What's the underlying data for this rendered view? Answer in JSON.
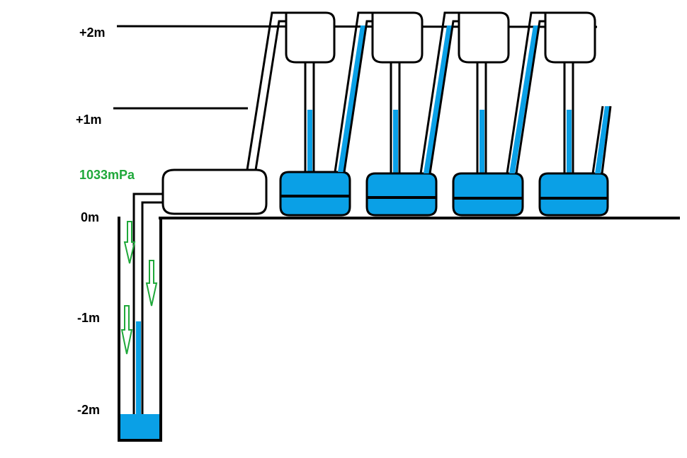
{
  "levels": {
    "plus2": "+2m",
    "plus1": "+1m",
    "zero": "0m",
    "minus1": "-1m",
    "minus2": "-2m"
  },
  "pressure_label": "1033mPa",
  "colors": {
    "water": "#0aa0e6",
    "outline": "#000000",
    "flow_arrow": "#1fa83a",
    "inlet_arrow": "#e0222a",
    "background": "#ffffff"
  },
  "icons": {
    "flow_arrow": "down-arrow-outline",
    "inlet_arrow": "right-arrow-outline"
  }
}
